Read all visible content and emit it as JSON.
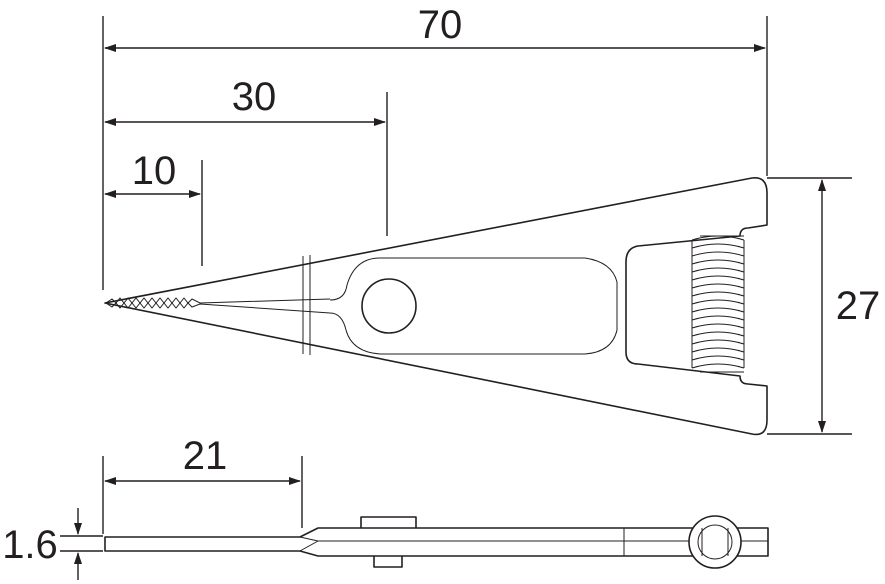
{
  "dimensions": {
    "total_length": "70",
    "to_pivot": "30",
    "jaw_length": "10",
    "height": "27",
    "side_length": "21",
    "thickness": "1.6"
  }
}
